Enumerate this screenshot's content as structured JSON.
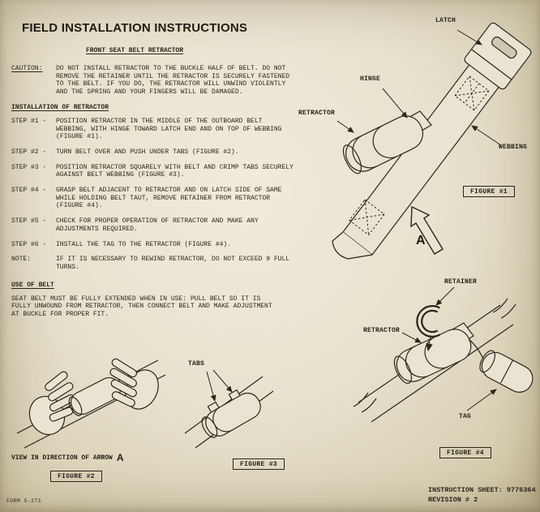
{
  "doc": {
    "title": "FIELD INSTALLATION INSTRUCTIONS",
    "subtitle": "FRONT SEAT BELT RETRACTOR",
    "form_number": "FORM S-271",
    "sheet_label": "INSTRUCTION SHEET:  9776364",
    "revision": "REVISION # 2"
  },
  "caution": {
    "label": "CAUTION:",
    "text": "DO NOT INSTALL RETRACTOR TO THE BUCKLE HALF OF BELT. DO NOT REMOVE THE RETAINER UNTIL THE RETRACTOR IS SECURELY FASTENED TO THE BELT. IF YOU DO, THE RETRACTOR WILL UNWIND VIOLENTLY AND THE SPRING AND YOUR FINGERS WILL BE DAMAGED."
  },
  "installation": {
    "heading": "INSTALLATION OF RETRACTOR",
    "steps": [
      {
        "label": "STEP #1 -",
        "text": "POSITION RETRACTOR IN THE MIDDLE OF THE OUTBOARD BELT WEBBING, WITH HINGE TOWARD LATCH END AND ON TOP OF WEBBING (FIGURE #1)."
      },
      {
        "label": "STEP #2 -",
        "text": "TURN BELT OVER AND PUSH UNDER TABS (FIGURE #2)."
      },
      {
        "label": "STEP #3 -",
        "text": "POSITION RETRACTOR SQUARELY WITH BELT AND CRIMP TABS SECURELY AGAINST BELT WEBBING (FIGURE #3)."
      },
      {
        "label": "STEP #4 -",
        "text": "GRASP BELT ADJACENT TO RETRACTOR AND ON LATCH SIDE OF SAME WHILE HOLDING BELT TAUT, REMOVE RETAINER FROM RETRACTOR (FIGURE #4)."
      },
      {
        "label": "STEP #5 -",
        "text": "CHECK FOR PROPER OPERATION OF RETRACTOR AND MAKE ANY ADJUSTMENTS REQUIRED."
      },
      {
        "label": "STEP #6 -",
        "text": "INSTALL THE TAG TO THE RETRACTOR (FIGURE #4)."
      }
    ],
    "note": {
      "label": "NOTE:",
      "text": "IF IT IS NECESSARY TO REWIND RETRACTOR, DO NOT EXCEED 9 FULL TURNS."
    }
  },
  "use_of_belt": {
    "heading": "USE OF BELT",
    "text": "SEAT BELT MUST BE FULLY EXTENDED WHEN IN USE: PULL BELT SO IT IS FULLY UNWOUND FROM RETRACTOR, THEN CONNECT BELT AND MAKE ADJUSTMENT AT BUCKLE FOR PROPER FIT."
  },
  "figures": {
    "fig1": {
      "caption": "FIGURE #1",
      "label_latch": "LATCH",
      "label_hinge": "HINGE",
      "label_retractor": "RETRACTOR",
      "label_webbing": "WEBBING",
      "arrow_letter": "A"
    },
    "fig2": {
      "caption": "FIGURE #2",
      "view_text": "VIEW IN DIRECTION OF ARROW",
      "arrow_letter": "A"
    },
    "fig3": {
      "caption": "FIGURE #3",
      "label_tabs": "TABS"
    },
    "fig4": {
      "caption": "FIGURE #4",
      "label_retainer": "RETAINER",
      "label_retractor": "RETRACTOR",
      "label_tag": "TAG"
    }
  },
  "colors": {
    "ink": "#2b261d",
    "paper": "#e9e3d1"
  }
}
